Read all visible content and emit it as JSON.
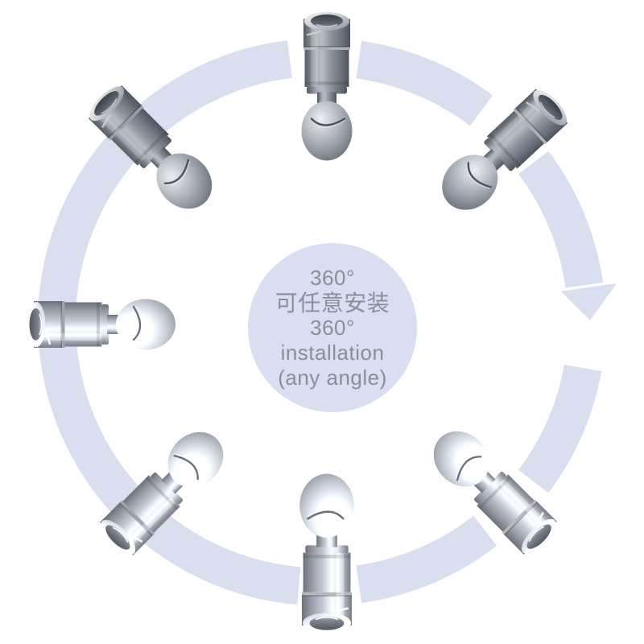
{
  "badge": {
    "lines": [
      "360°",
      "可任意安装",
      "360°",
      "installation",
      "(any angle)"
    ]
  },
  "colors": {
    "band": "#d9dfef",
    "badge": "#d9def0",
    "text": "#8a8e98",
    "background": "#ffffff"
  },
  "icons": {
    "rotation_arrow": "clockwise-rotation-arrow",
    "nozzle": "rotary-spray-ball-nozzle"
  },
  "nozzle_count": 7
}
